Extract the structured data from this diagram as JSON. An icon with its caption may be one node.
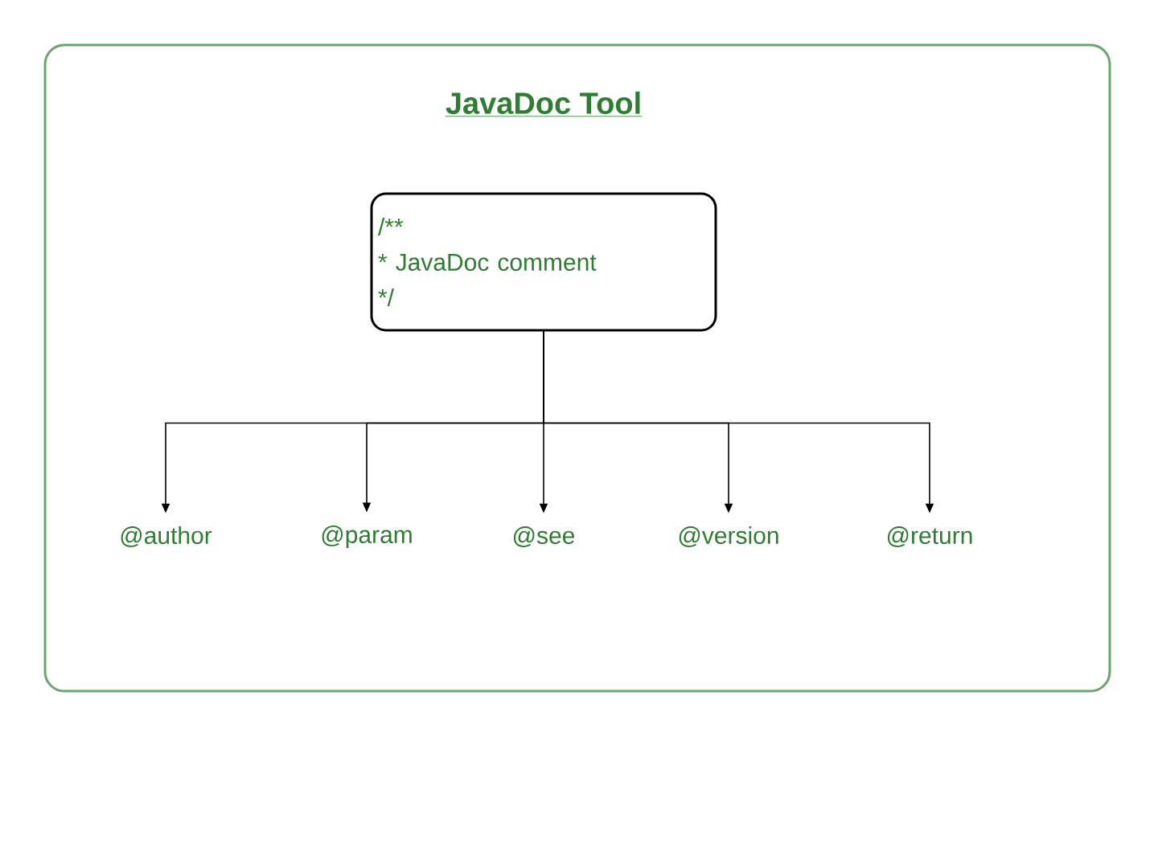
{
  "diagram": {
    "title": "JavaDoc Tool",
    "nodes": [
      {
        "text": [
          "/**",
          "* JavaDoc comment",
          "*/"
        ]
      },
      {
        "text": [
          "@author"
        ]
      },
      {
        "text": [
          "@param"
        ]
      },
      {
        "text": [
          "@see"
        ]
      },
      {
        "text": [
          "@version"
        ]
      },
      {
        "text": [
          "@return"
        ]
      }
    ],
    "edges": [
      {
        "from": 0,
        "to": 1,
        "arrow": "to"
      },
      {
        "from": 0,
        "to": 2,
        "arrow": "to"
      },
      {
        "from": 0,
        "to": 3,
        "arrow": "to"
      },
      {
        "from": 0,
        "to": 4,
        "arrow": "to"
      },
      {
        "from": 0,
        "to": 5,
        "arrow": "to"
      }
    ]
  }
}
